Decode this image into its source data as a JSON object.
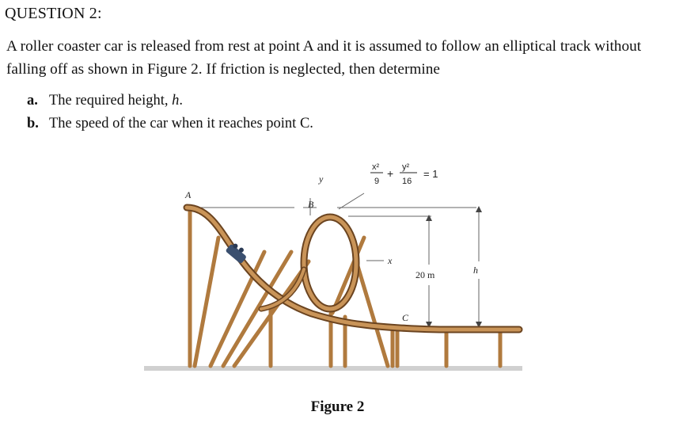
{
  "question": {
    "heading": "QUESTION 2:",
    "paragraph": "A roller coaster car is released from rest at point A and it is assumed to follow an elliptical track without falling off as shown in Figure 2. If friction is neglected, then determine",
    "items": [
      {
        "label": "a.",
        "text": "The required height, ",
        "var": "h",
        "tail": "."
      },
      {
        "label": "b.",
        "text": "The speed of the car when it reaches point C.",
        "var": "",
        "tail": ""
      }
    ]
  },
  "figure": {
    "caption": "Figure 2",
    "labels": {
      "A": "A",
      "B": "B",
      "C": "C",
      "y": "y",
      "x": "x",
      "h": "h",
      "height": "20 m"
    },
    "equation": {
      "x_num": "x²",
      "x_den": "9",
      "plus": "+",
      "y_num": "y²",
      "y_den": "16",
      "rhs": "= 1"
    },
    "colors": {
      "track": "#b07a3e",
      "track_dark": "#6b4420",
      "ground": "#c8c8c8",
      "car": "#3a4f6f"
    }
  }
}
